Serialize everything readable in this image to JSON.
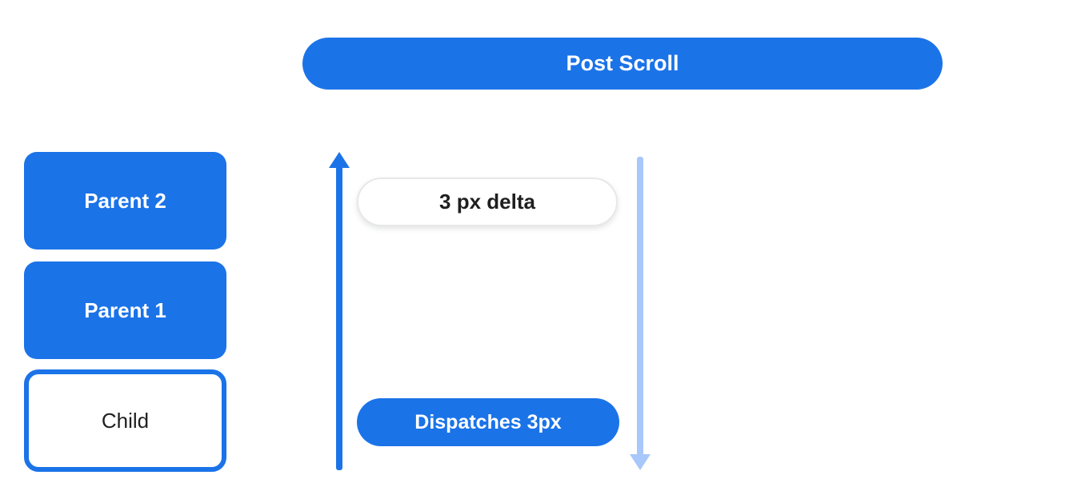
{
  "diagram": {
    "post_scroll_label": "Post Scroll",
    "boxes": [
      {
        "label": "Parent 2"
      },
      {
        "label": "Parent 1"
      },
      {
        "label": "Child"
      }
    ],
    "delta_label": "3 px delta",
    "dispatch_label": "Dispatches 3px",
    "arrows": [
      {
        "name": "up-arrow",
        "direction": "up",
        "color": "#1b73e8"
      },
      {
        "name": "down-arrow",
        "direction": "down",
        "color": "#a8c7fa"
      }
    ],
    "colors": {
      "primary_blue": "#1b73e8",
      "light_blue_arrow": "#a8c7fa",
      "pill_border_gray": "#e8e8e8",
      "background": "#ffffff",
      "text_dark": "#1f1f1f",
      "text_light": "#ffffff"
    }
  }
}
